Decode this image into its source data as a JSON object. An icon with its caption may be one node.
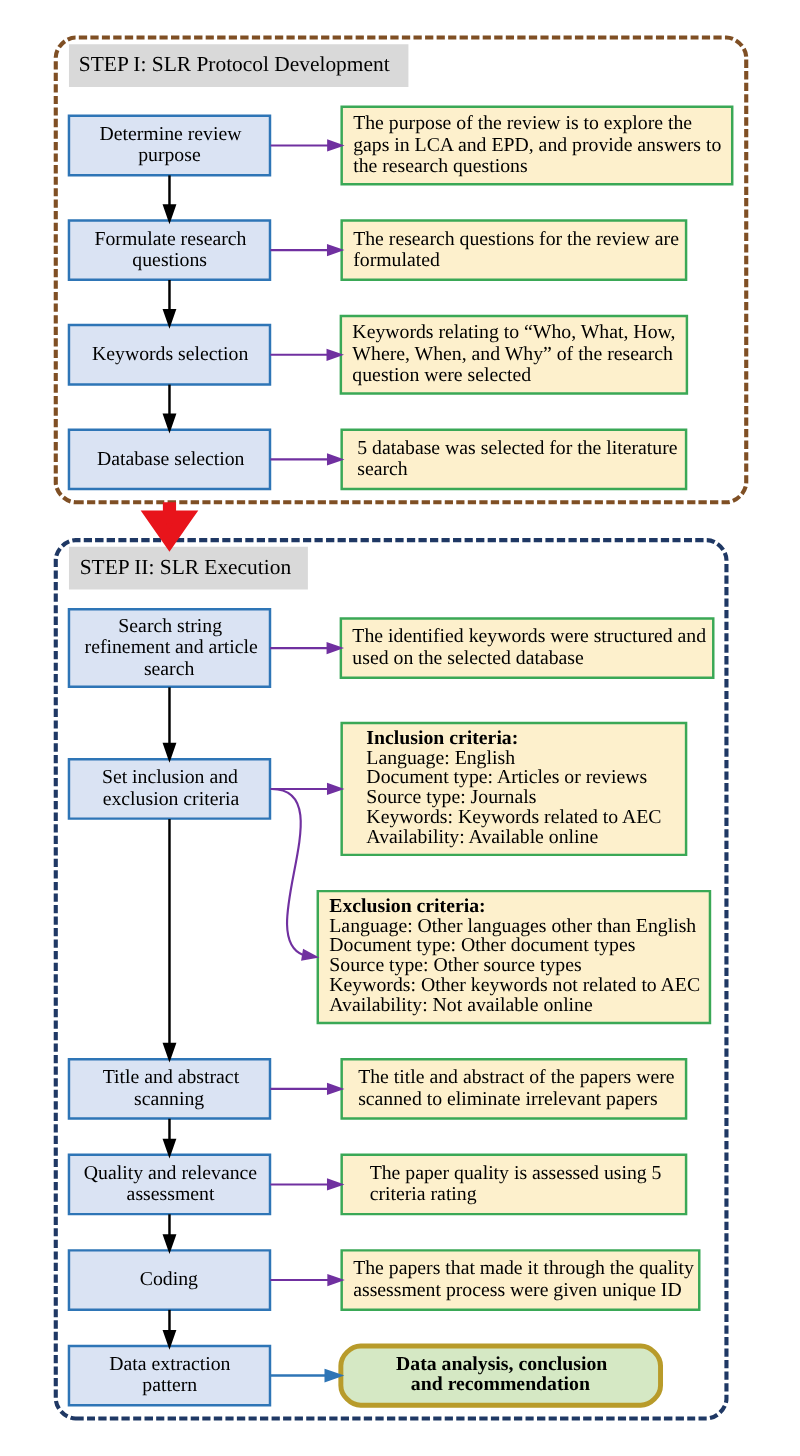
{
  "diagram": {
    "nodes": [
      {
        "text": [
          "STEP I: SLR Protocol Development"
        ]
      },
      {
        "text": [
          "Determine review purpose"
        ],
        "in": 0
      },
      {
        "text": [
          "The purpose of the review is to explore the gaps in LCA and EPD, and provide answers to the research questions"
        ],
        "in": 0
      },
      {
        "text": [
          "Formulate research questions"
        ],
        "in": 0
      },
      {
        "text": [
          "The research questions for the review are formulated"
        ],
        "in": 0
      },
      {
        "text": [
          "Keywords selection"
        ],
        "in": 0
      },
      {
        "text": [
          "Keywords relating to “Who, What, How, Where, When, and Why” of the research question were selected"
        ],
        "in": 0
      },
      {
        "text": [
          "Database selection"
        ],
        "in": 0
      },
      {
        "text": [
          "5 database was selected for the literature search"
        ],
        "in": 0
      },
      {
        "text": [
          "STEP II: SLR Execution"
        ]
      },
      {
        "text": [
          "Search string refinement and article search"
        ],
        "in": 9
      },
      {
        "text": [
          "The identified keywords were structured and used on the selected database"
        ],
        "in": 9
      },
      {
        "text": [
          "Set inclusion and exclusion criteria"
        ],
        "in": 9
      },
      {
        "text": [
          "Inclusion criteria:",
          "Language: English",
          "Document type: Articles or reviews",
          "Source type: Journals",
          "Keywords: Keywords related to AEC",
          "Availability: Available online"
        ],
        "in": 9
      },
      {
        "text": [
          "Exclusion criteria:",
          "Language: Other languages other than English",
          "Document type: Other document types",
          "Source type: Other source types",
          "Keywords: Other keywords not related to AEC",
          "Availability: Not available online"
        ],
        "in": 9
      },
      {
        "text": [
          "Title and abstract scanning"
        ],
        "in": 9
      },
      {
        "text": [
          "The title and abstract of the papers were scanned to eliminate irrelevant papers"
        ],
        "in": 9
      },
      {
        "text": [
          "Quality and relevance assessment"
        ],
        "in": 9
      },
      {
        "text": [
          "The paper quality is assessed using 5 criteria rating"
        ],
        "in": 9
      },
      {
        "text": [
          "Coding"
        ],
        "in": 9
      },
      {
        "text": [
          "The papers that made it through the quality assessment process were given unique ID"
        ],
        "in": 9
      },
      {
        "text": [
          "Data extraction pattern"
        ],
        "in": 9
      },
      {
        "text": [
          "Data analysis, conclusion and recommendation"
        ],
        "in": 9
      }
    ],
    "edges": [
      {
        "from": 1,
        "to": 2,
        "arrow": "to"
      },
      {
        "from": 1,
        "to": 3,
        "arrow": "to",
        "color": "#000000"
      },
      {
        "from": 3,
        "to": 4,
        "arrow": "to"
      },
      {
        "from": 3,
        "to": 5,
        "arrow": "to",
        "color": "#000000"
      },
      {
        "from": 5,
        "to": 6,
        "arrow": "to"
      },
      {
        "from": 5,
        "to": 7,
        "arrow": "to",
        "color": "#000000"
      },
      {
        "from": 7,
        "to": 8,
        "arrow": "to"
      },
      {
        "from": 0,
        "to": 9,
        "arrow": "to",
        "style": "thick",
        "color": "#e8141b"
      },
      {
        "from": 10,
        "to": 11,
        "arrow": "to"
      },
      {
        "from": 10,
        "to": 12,
        "arrow": "to",
        "color": "#000000"
      },
      {
        "from": 12,
        "to": 13,
        "arrow": "to"
      },
      {
        "from": 12,
        "to": 14,
        "arrow": "to"
      },
      {
        "from": 12,
        "to": 15,
        "arrow": "to",
        "color": "#000000"
      },
      {
        "from": 15,
        "to": 16,
        "arrow": "to"
      },
      {
        "from": 15,
        "to": 17,
        "arrow": "to",
        "color": "#000000"
      },
      {
        "from": 17,
        "to": 18,
        "arrow": "to"
      },
      {
        "from": 17,
        "to": 19,
        "arrow": "to",
        "color": "#000000"
      },
      {
        "from": 19,
        "to": 20,
        "arrow": "to"
      },
      {
        "from": 19,
        "to": 21,
        "arrow": "to",
        "color": "#000000"
      },
      {
        "from": 21,
        "to": 22,
        "arrow": "to",
        "color": "#2e75b6"
      }
    ]
  }
}
